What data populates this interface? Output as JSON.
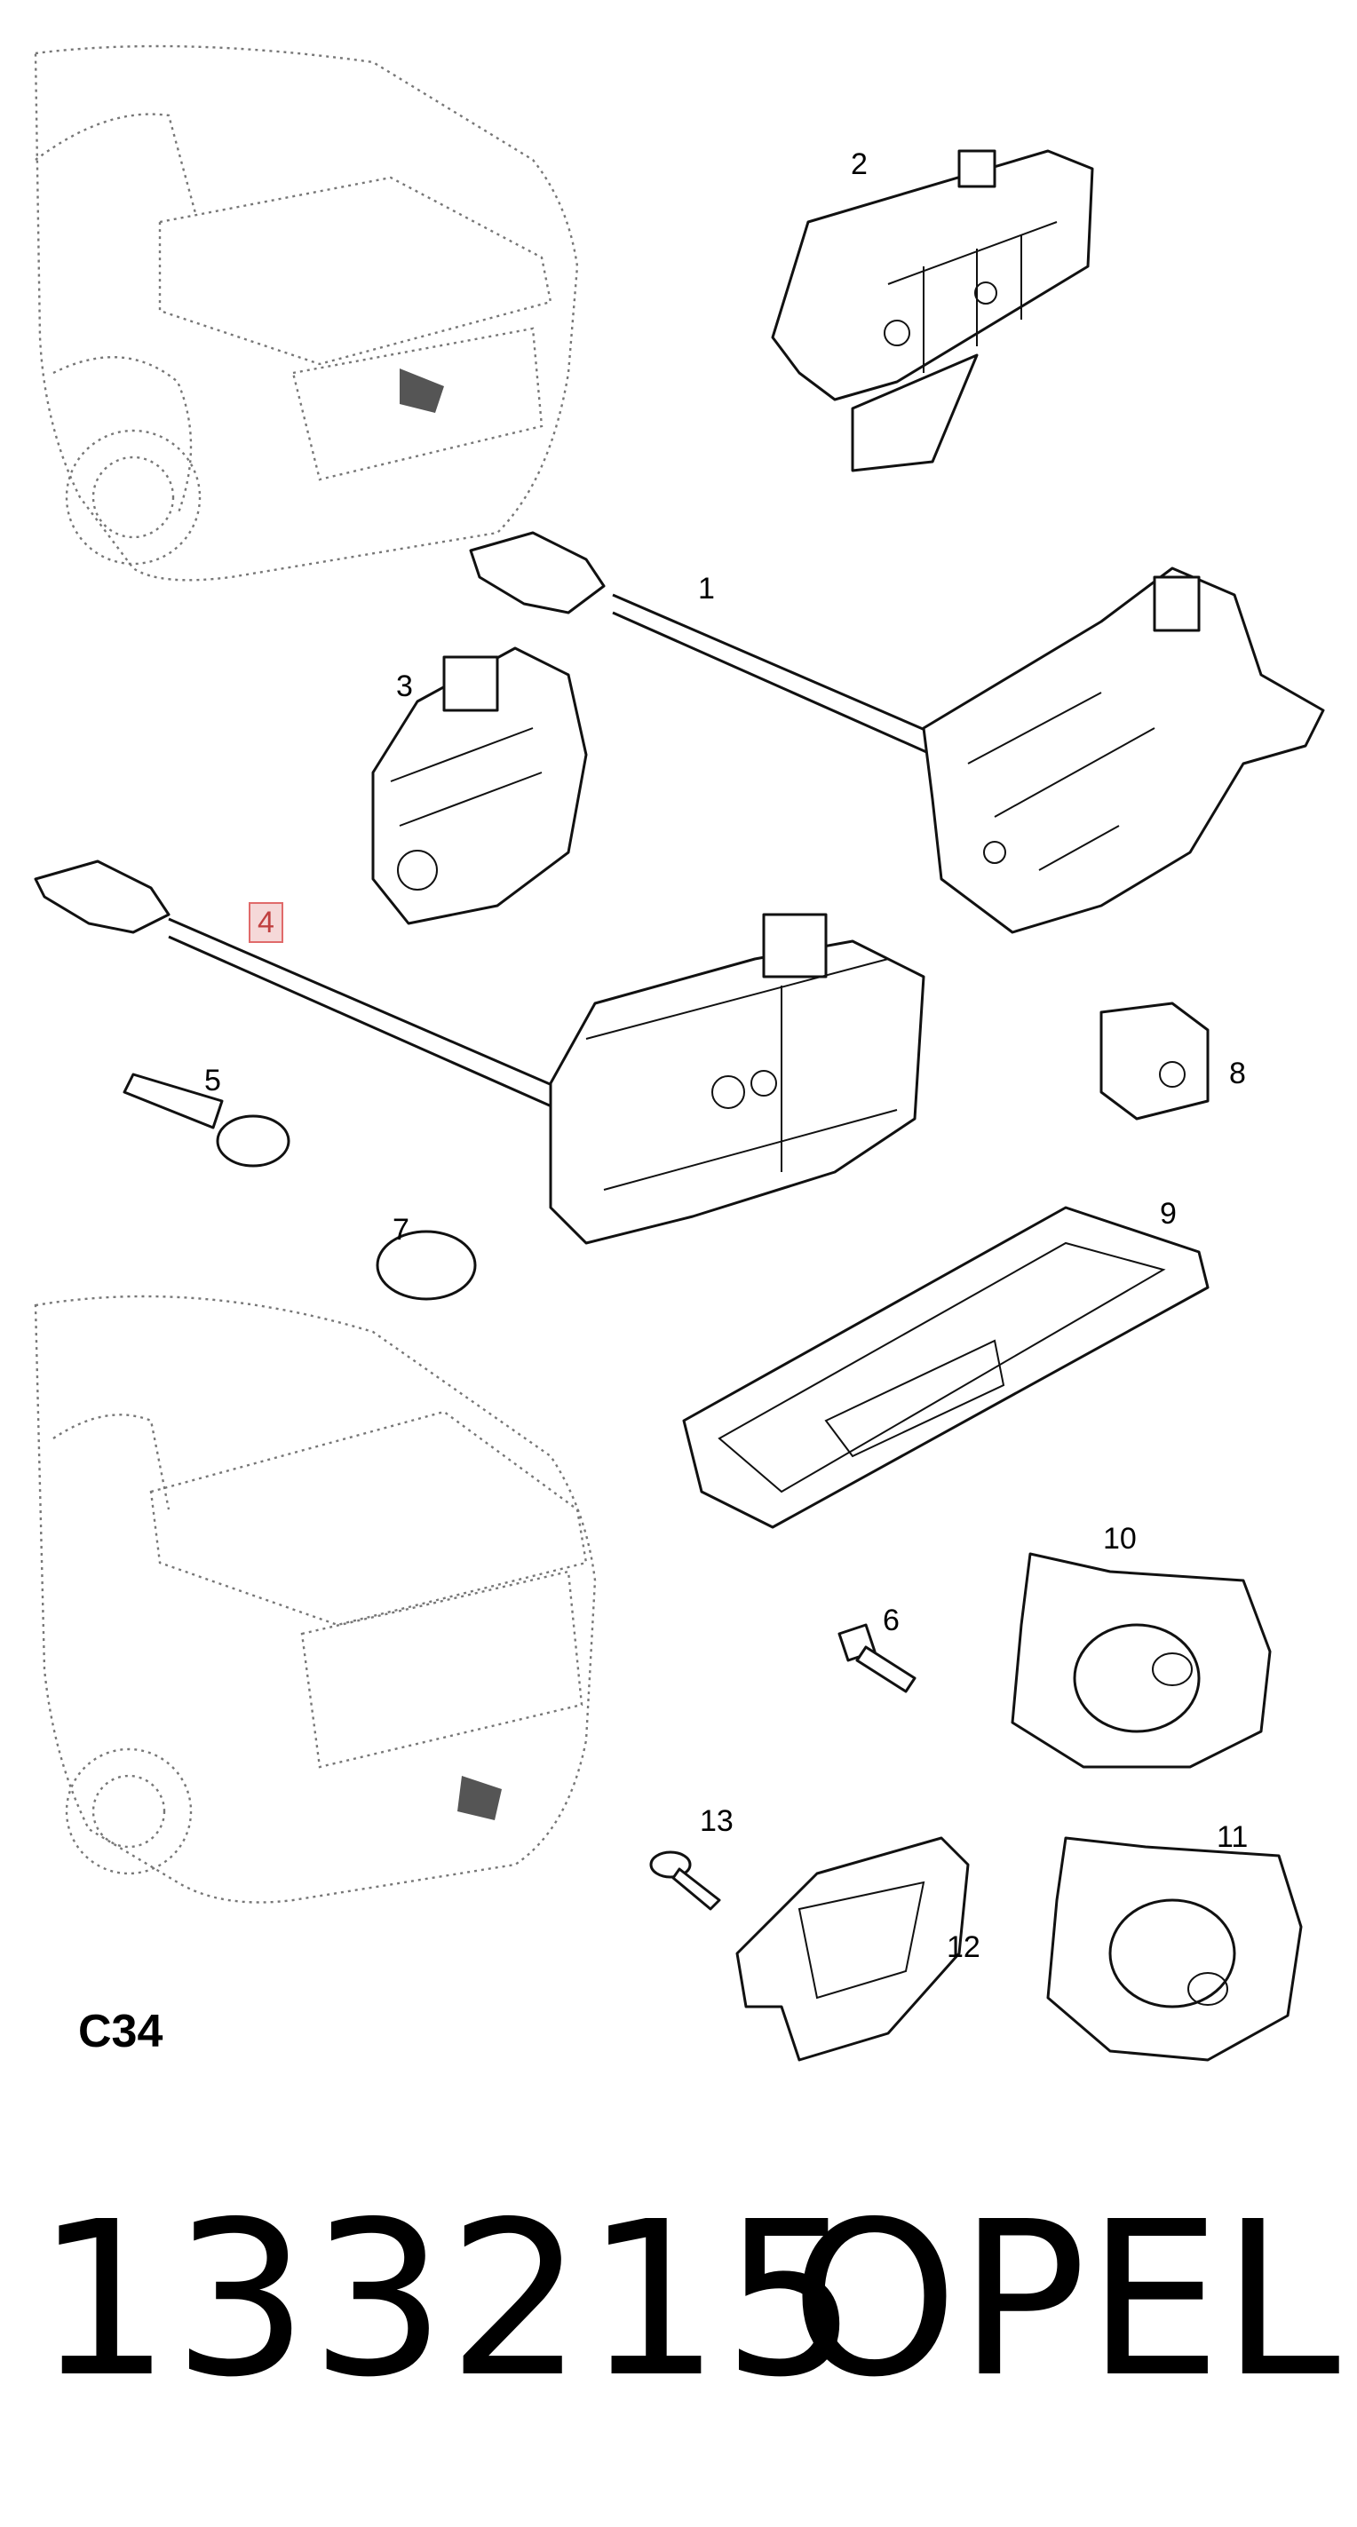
{
  "diagram": {
    "callouts": [
      "1",
      "2",
      "3",
      "4",
      "5",
      "6",
      "7",
      "8",
      "9",
      "10",
      "11",
      "12",
      "13"
    ],
    "section_code": "C34",
    "part_number": "133215",
    "brand": "OPEL"
  }
}
